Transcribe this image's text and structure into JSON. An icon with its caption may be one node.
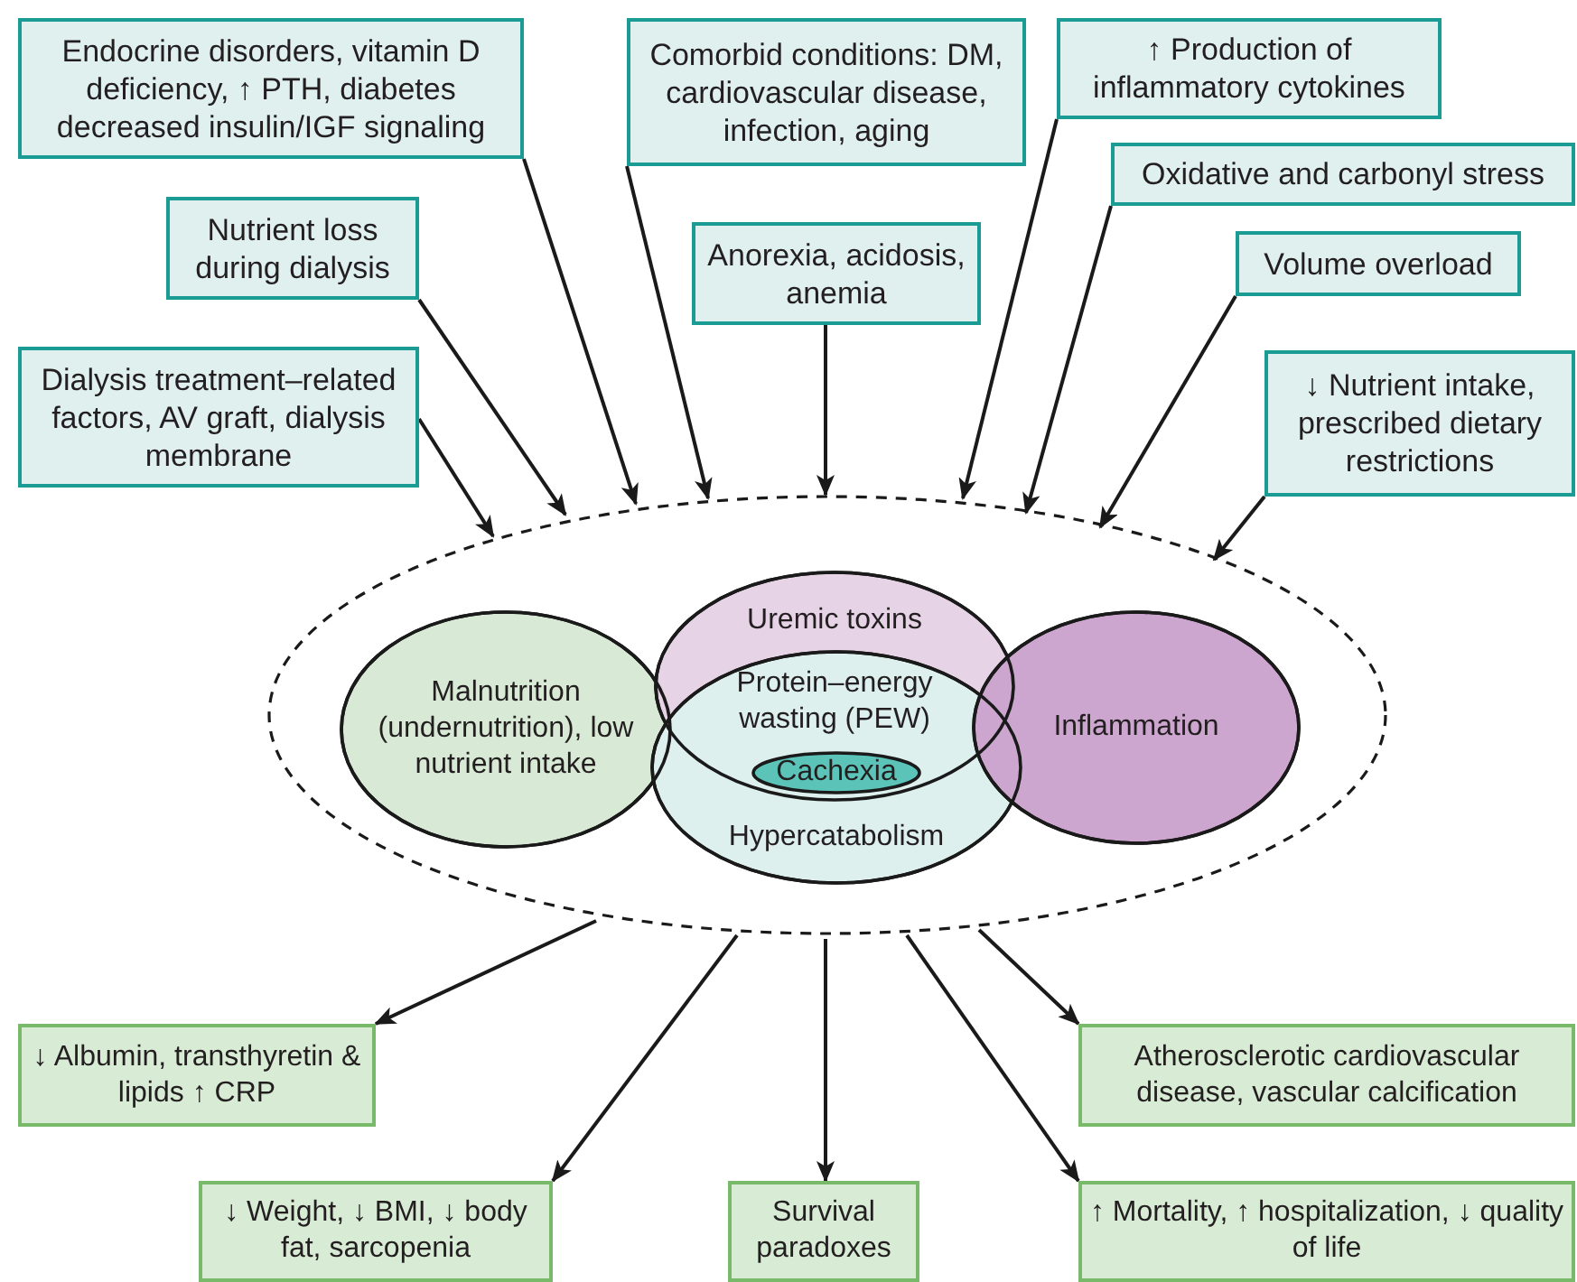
{
  "diagram": {
    "nodes": [
      {
        "text": [
          "Endocrine disorders, vitamin D deficiency, ↑ PTH, diabetes decreased insulin/IGF signaling"
        ]
      },
      {
        "text": [
          "Comorbid conditions: DM, cardiovascular disease, infection, aging"
        ]
      },
      {
        "text": [
          "↑ Production of inflammatory cytokines"
        ]
      },
      {
        "text": [
          "Oxidative and carbonyl stress"
        ]
      },
      {
        "text": [
          "Volume overload"
        ]
      },
      {
        "text": [
          "Nutrient loss during dialysis"
        ]
      },
      {
        "text": [
          "Anorexia, acidosis, anemia"
        ]
      },
      {
        "text": [
          "Dialysis treatment–related factors, AV graft, dialysis membrane"
        ]
      },
      {
        "text": [
          "↓ Nutrient intake, prescribed dietary restrictions"
        ]
      },
      {
        "text": [],
        "shape": "ellipse"
      },
      {
        "text": [
          "Malnutrition (undernutrition), low nutrient intake"
        ],
        "in": 9
      },
      {
        "text": [
          "Uremic toxins"
        ],
        "in": 9
      },
      {
        "text": [
          "Hypercatabolism"
        ],
        "in": 9
      },
      {
        "text": [
          "Protein–energy wasting (PEW)"
        ]
      },
      {
        "text": [
          "Cachexia"
        ]
      },
      {
        "text": [
          "Inflammation"
        ],
        "in": 9
      },
      {
        "text": [
          "↓ Albumin, transthyretin & lipids ↑ CRP"
        ]
      },
      {
        "text": [
          "Atherosclerotic cardiovascular disease, vascular calcification"
        ]
      },
      {
        "text": [
          "↓ Weight, ↓ BMI, ↓ body fat, sarcopenia"
        ]
      },
      {
        "text": [
          "Survival paradoxes"
        ]
      },
      {
        "text": [
          "↑ Mortality, ↑ hospitalization, ↓ quality of life"
        ]
      }
    ],
    "edges": [
      {
        "from": 0,
        "to": 9,
        "arrow": "to"
      },
      {
        "from": 1,
        "to": 9,
        "arrow": "to"
      },
      {
        "from": 2,
        "to": 9,
        "arrow": "to"
      },
      {
        "from": 3,
        "to": 9,
        "arrow": "to"
      },
      {
        "from": 4,
        "to": 9,
        "arrow": "to"
      },
      {
        "from": 5,
        "to": 9,
        "arrow": "to"
      },
      {
        "from": 6,
        "to": 9,
        "arrow": "to"
      },
      {
        "from": 7,
        "to": 9,
        "arrow": "to"
      },
      {
        "from": 8,
        "to": 9,
        "arrow": "to"
      },
      {
        "from": 9,
        "to": 16,
        "arrow": "to"
      },
      {
        "from": 9,
        "to": 17,
        "arrow": "to"
      },
      {
        "from": 9,
        "to": 18,
        "arrow": "to"
      },
      {
        "from": 9,
        "to": 19,
        "arrow": "to"
      },
      {
        "from": 9,
        "to": 20,
        "arrow": "to"
      }
    ]
  }
}
